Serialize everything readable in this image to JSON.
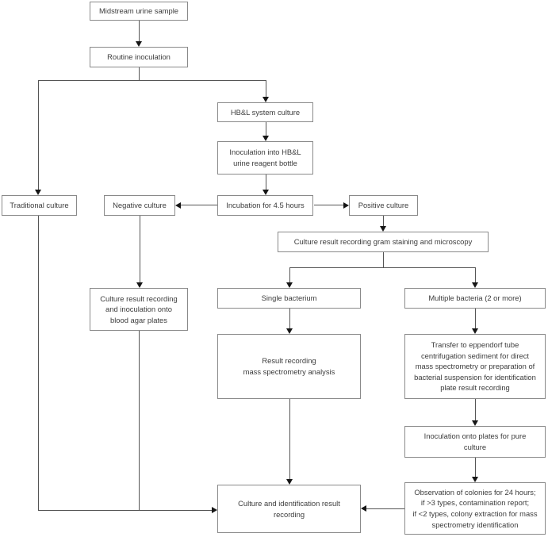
{
  "diagram": {
    "type": "flowchart",
    "colors": {
      "background": "#ffffff",
      "box_border": "#8a8a8a",
      "box_fill": "#ffffff",
      "connector": "#555555",
      "arrowhead": "#161616",
      "text": "#3c3c3c"
    },
    "nodes": {
      "midstream": {
        "label": "Midstream urine sample"
      },
      "routine": {
        "label": "Routine inoculation"
      },
      "hbl_system": {
        "label": "HB&L system culture"
      },
      "reagent_bottle": {
        "label": "Inoculation into HB&L\nurine reagent bottle"
      },
      "incubation": {
        "label": "Incubation for 4.5 hours"
      },
      "traditional": {
        "label": "Traditional culture"
      },
      "negative": {
        "label": "Negative culture"
      },
      "positive": {
        "label": "Positive culture"
      },
      "gram_staining": {
        "label": "Culture result recording gram staining and microscopy"
      },
      "blood_agar": {
        "label": "Culture result recording\nand inoculation onto\nblood agar plates"
      },
      "single_bacterium": {
        "label": "Single bacterium"
      },
      "multiple_bacteria": {
        "label": "Multiple bacteria (2 or more)"
      },
      "result_recording_ms": {
        "label": "Result recording\nmass spectrometry analysis"
      },
      "transfer_eppendorf": {
        "label": "Transfer to eppendorf tube\ncentrifugation sediment for direct\nmass spectrometry or preparation of\nbacterial suspension for identification\nplate result recording"
      },
      "pure_culture": {
        "label": "Inoculation onto plates for pure\nculture"
      },
      "observation": {
        "label": "Observation of colonies for 24 hours;\nif >3 types, contamination report;\nif <2 types, colony extraction for mass\nspectrometry identification"
      },
      "final_recording": {
        "label": "Culture and identification result\nrecording"
      }
    },
    "edges": [
      {
        "from": "midstream",
        "to": "routine"
      },
      {
        "from": "routine",
        "to": "traditional"
      },
      {
        "from": "routine",
        "to": "hbl_system"
      },
      {
        "from": "hbl_system",
        "to": "reagent_bottle"
      },
      {
        "from": "reagent_bottle",
        "to": "incubation"
      },
      {
        "from": "incubation",
        "to": "negative"
      },
      {
        "from": "incubation",
        "to": "positive"
      },
      {
        "from": "positive",
        "to": "gram_staining"
      },
      {
        "from": "gram_staining",
        "to": "single_bacterium"
      },
      {
        "from": "gram_staining",
        "to": "multiple_bacteria"
      },
      {
        "from": "negative",
        "to": "blood_agar"
      },
      {
        "from": "single_bacterium",
        "to": "result_recording_ms"
      },
      {
        "from": "multiple_bacteria",
        "to": "transfer_eppendorf"
      },
      {
        "from": "result_recording_ms",
        "to": "final_recording"
      },
      {
        "from": "transfer_eppendorf",
        "to": "pure_culture"
      },
      {
        "from": "pure_culture",
        "to": "observation"
      },
      {
        "from": "observation",
        "to": "final_recording"
      },
      {
        "from": "traditional",
        "to": "final_recording"
      },
      {
        "from": "blood_agar",
        "to": "final_recording"
      }
    ]
  }
}
